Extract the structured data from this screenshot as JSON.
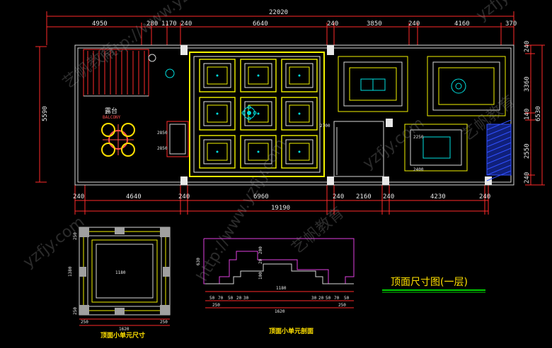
{
  "top_dims": {
    "overall": "22020",
    "segments": [
      "4950",
      "280",
      "1170",
      "240",
      "6640",
      "240",
      "3850",
      "240",
      "4160",
      "370"
    ]
  },
  "bottom_dims": {
    "overall": "19190",
    "segments": [
      "240",
      "4640",
      "240",
      "6960",
      "240",
      "2160",
      "240",
      "4230",
      "240"
    ]
  },
  "right_dims": {
    "overall": "6530",
    "segments": [
      "240",
      "3360",
      "140",
      "2550",
      "240"
    ]
  },
  "left_dims": {
    "overall": "5590"
  },
  "labels": {
    "balcony_cn": "露台",
    "balcony_en": "BALCONY",
    "main_title": "顶面尺寸图(一层)",
    "unit_plan_title": "顶面小单元尺寸",
    "unit_section_title": "顶面小单元剖面"
  },
  "detail_plan_dims": {
    "inner_width": "1180",
    "inner_height": "1380",
    "bottom_left": "250",
    "bottom_right": "250",
    "bottom_total": "1620",
    "side_left": "250",
    "side_right": "250"
  },
  "detail_section_dims": {
    "width_inner": "1180",
    "total": "1620",
    "height_top": "200",
    "height_mid": "20",
    "height_bot": "100",
    "left_height": "630",
    "steps": [
      "50",
      "70",
      "50",
      "20",
      "30",
      "30",
      "20",
      "50",
      "70",
      "50"
    ],
    "edge_left": "250",
    "edge_right": "250"
  },
  "plan_dims": {
    "room_a": "2850",
    "room_b": "2850",
    "center_a": "2250",
    "center_b": "2700",
    "small": "2400"
  },
  "watermark": {
    "text": "yzfjy.com",
    "brand_cn": "艺帆教育",
    "url": "http://www.yzfjy.com"
  }
}
